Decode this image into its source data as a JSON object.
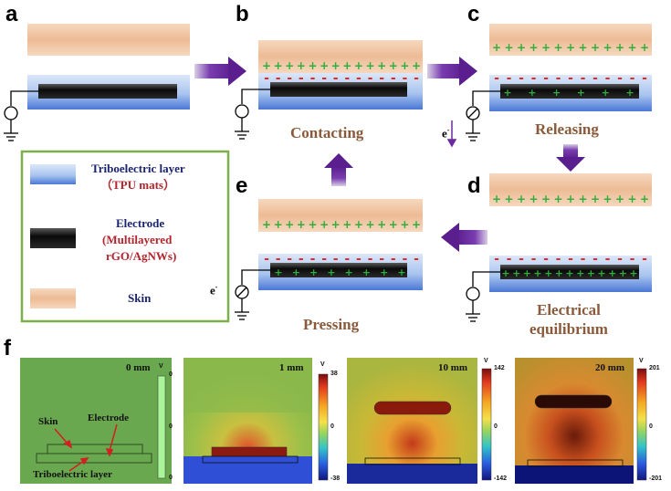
{
  "panels": {
    "a": "a",
    "b": "b",
    "c": "c",
    "d": "d",
    "e": "e",
    "f": "f"
  },
  "stages": {
    "contacting": "Contacting",
    "releasing": "Releasing",
    "electrical_equilibrium_line1": "Electrical",
    "electrical_equilibrium_line2": "equilibrium",
    "pressing": "Pressing"
  },
  "legend": {
    "triboelectric_label": "Triboelectric layer",
    "triboelectric_sub": "（TPU mats）",
    "electrode_label": "Electrode",
    "electrode_sub1": "(Multilayered",
    "electrode_sub2": "rGO/AgNWs)",
    "skin_label": "Skin"
  },
  "electron_symbol": "e",
  "electron_sup": "-",
  "charges": {
    "plus": "+",
    "minus": "-"
  },
  "simulation": {
    "unit": "V",
    "annotations": {
      "skin": "Skin",
      "electrode": "Electrode",
      "triboelectric": "Triboelectric layer"
    },
    "maps": [
      {
        "distance": "0 mm",
        "ticks": [
          "0",
          "0",
          "0"
        ]
      },
      {
        "distance": "1 mm",
        "ticks": [
          "38",
          "0",
          "-38"
        ]
      },
      {
        "distance": "10 mm",
        "ticks": [
          "142",
          "0",
          "-142"
        ]
      },
      {
        "distance": "20 mm",
        "ticks": [
          "201",
          "0",
          "-201"
        ]
      }
    ]
  },
  "colors": {
    "skin": "#f0c9a8",
    "tribo_top": "#c9dcf5",
    "tribo_bottom": "#4f80d8",
    "arrow": "#6b2a9e",
    "legend_border": "#7bb04a",
    "plus": "#2fae3c",
    "minus": "#e02a2a"
  }
}
